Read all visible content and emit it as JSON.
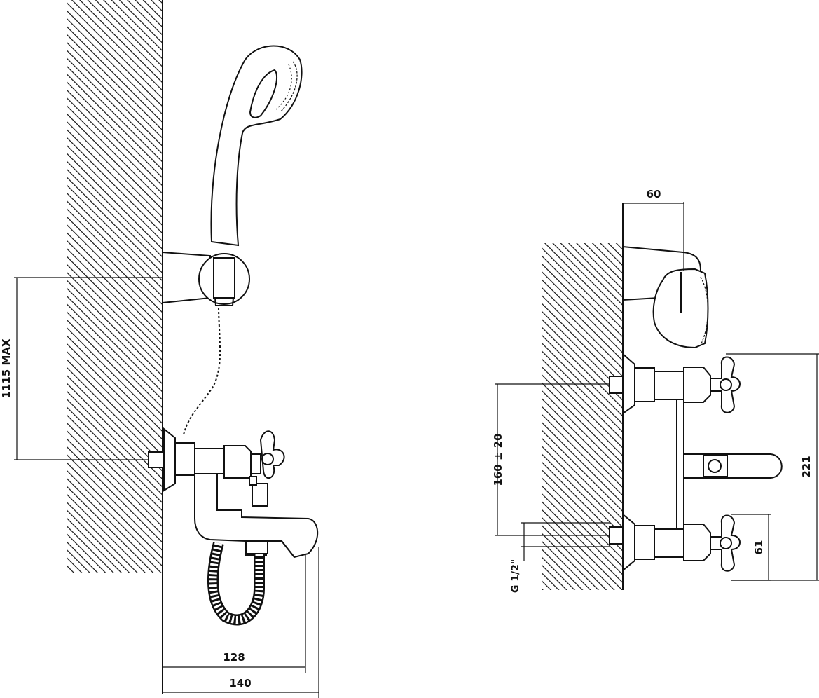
{
  "figure": {
    "side_view": {
      "dim_height": "1115 MAX",
      "dim_spout": "128",
      "dim_total": "140"
    },
    "front_view": {
      "dim_depth": "60",
      "dim_centers": "160 ± 20",
      "dim_height": "221",
      "dim_handle": "61",
      "dim_thread": "G 1/2\""
    }
  }
}
